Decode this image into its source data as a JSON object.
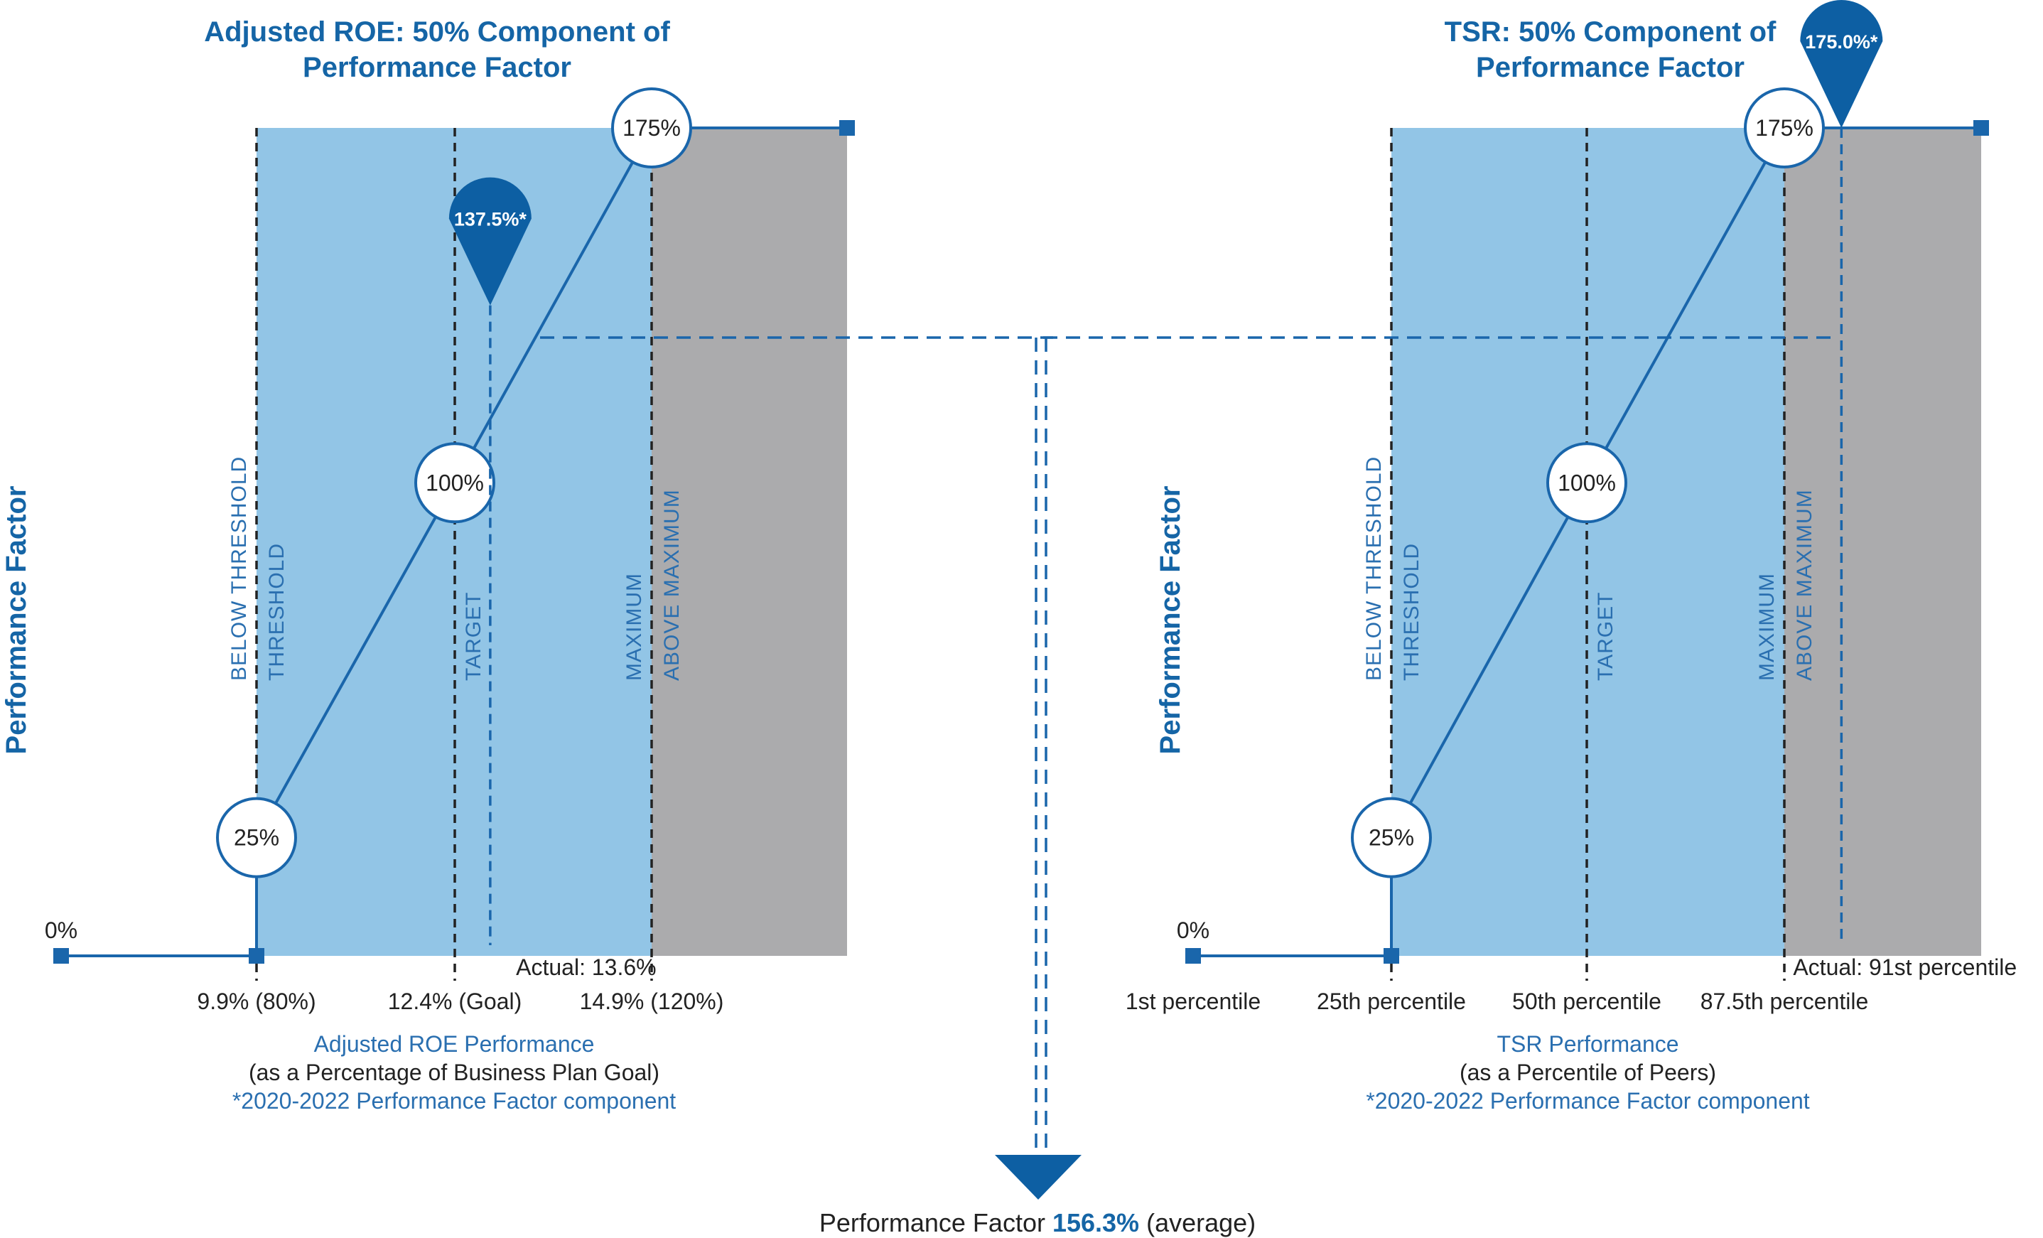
{
  "colors": {
    "brand": "#1565a6",
    "light_blue": "#92c5e6",
    "gray": "#ababad",
    "line": "#1a66ab",
    "pin": "#0d5fa3"
  },
  "chart_data": [
    {
      "type": "line",
      "title_line1": "Adjusted ROE: 50% Component of",
      "title_line2": "Performance Factor",
      "ylabel": "Performance Factor",
      "xlabel": "Adjusted ROE Performance",
      "xlabel_sub": "(as a Percentage of Business Plan Goal)",
      "footnote": "*2020-2022 Performance Factor component",
      "zero_label": "0%",
      "points": [
        {
          "x_index": 0,
          "value": 0
        },
        {
          "x_index": 1,
          "value": 0
        },
        {
          "x_index": 1,
          "value": 25,
          "label": "25%"
        },
        {
          "x_index": 2,
          "value": 100,
          "label": "100%"
        },
        {
          "x_index": 3,
          "value": 175,
          "label": "175%"
        },
        {
          "x_index": 4,
          "value": 175
        }
      ],
      "x_ticks": [
        "",
        "9.9% (80%)",
        "12.4% (Goal)",
        "14.9% (120%)"
      ],
      "zones": {
        "below_threshold": "BELOW THRESHOLD",
        "threshold": "THRESHOLD",
        "target": "TARGET",
        "maximum": "MAXIMUM",
        "above_maximum": "ABOVE MAXIMUM"
      },
      "actual_label": "Actual: 13.6%",
      "actual_x_index": 2.18,
      "result_value": 137.5,
      "result_label": "137.5%*"
    },
    {
      "type": "line",
      "title_line1": "TSR: 50% Component of",
      "title_line2": "Performance Factor",
      "ylabel": "Performance Factor",
      "xlabel": "TSR Performance",
      "xlabel_sub": "(as a Percentile of Peers)",
      "footnote": "*2020-2022 Performance Factor component",
      "zero_label": "0%",
      "points": [
        {
          "x_index": 0,
          "value": 0
        },
        {
          "x_index": 1,
          "value": 0
        },
        {
          "x_index": 1,
          "value": 25,
          "label": "25%"
        },
        {
          "x_index": 2,
          "value": 100,
          "label": "100%"
        },
        {
          "x_index": 3,
          "value": 175,
          "label": "175%"
        },
        {
          "x_index": 4,
          "value": 175
        }
      ],
      "x_ticks": [
        "1st percentile",
        "25th percentile",
        "50th percentile",
        "87.5th percentile"
      ],
      "zones": {
        "below_threshold": "BELOW THRESHOLD",
        "threshold": "THRESHOLD",
        "target": "TARGET",
        "maximum": "MAXIMUM",
        "above_maximum": "ABOVE MAXIMUM"
      },
      "actual_label": "Actual: 91st percentile",
      "actual_x_index": 3.29,
      "result_value": 175.0,
      "result_label": "175.0%*"
    }
  ],
  "summary": {
    "prefix": "Performance Factor ",
    "value": "156.3%",
    "suffix": " (average)"
  }
}
